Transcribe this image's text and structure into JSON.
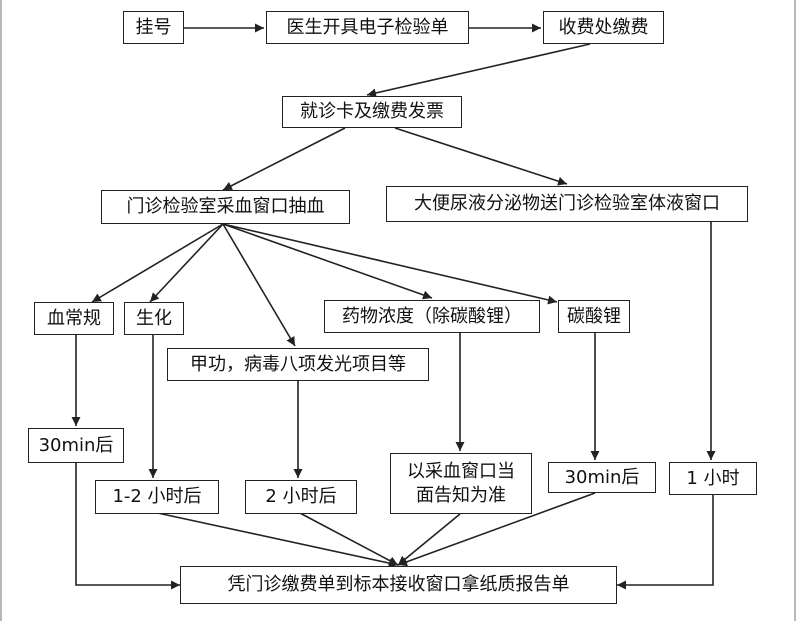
{
  "flowchart": {
    "nodes": {
      "register": "挂号",
      "doctor_order": "医生开具电子检验单",
      "cashier": "收费处缴费",
      "card_receipt": "就诊卡及缴费发票",
      "blood_draw": "门诊检验室采血窗口抽血",
      "body_fluid": "大便尿液分泌物送门诊检验室体液窗口",
      "blood_routine": "血常规",
      "biochem": "生化",
      "thyroid": "甲功，病毒八项发光项目等",
      "drug_conc": "药物浓度（除碳酸锂）",
      "lithium": "碳酸锂",
      "t_blood_routine": "30min后",
      "t_biochem": "1-2 小时后",
      "t_thyroid": "2 小时后",
      "t_drug_conc": "以采血窗口当面告知为准",
      "t_lithium": "30min后",
      "t_body_fluid": "1 小时",
      "report": "凭门诊缴费单到标本接收窗口拿纸质报告单"
    }
  },
  "colors": {
    "line": "#222222",
    "border": "#222222",
    "text": "#111111",
    "background": "#ffffff"
  }
}
